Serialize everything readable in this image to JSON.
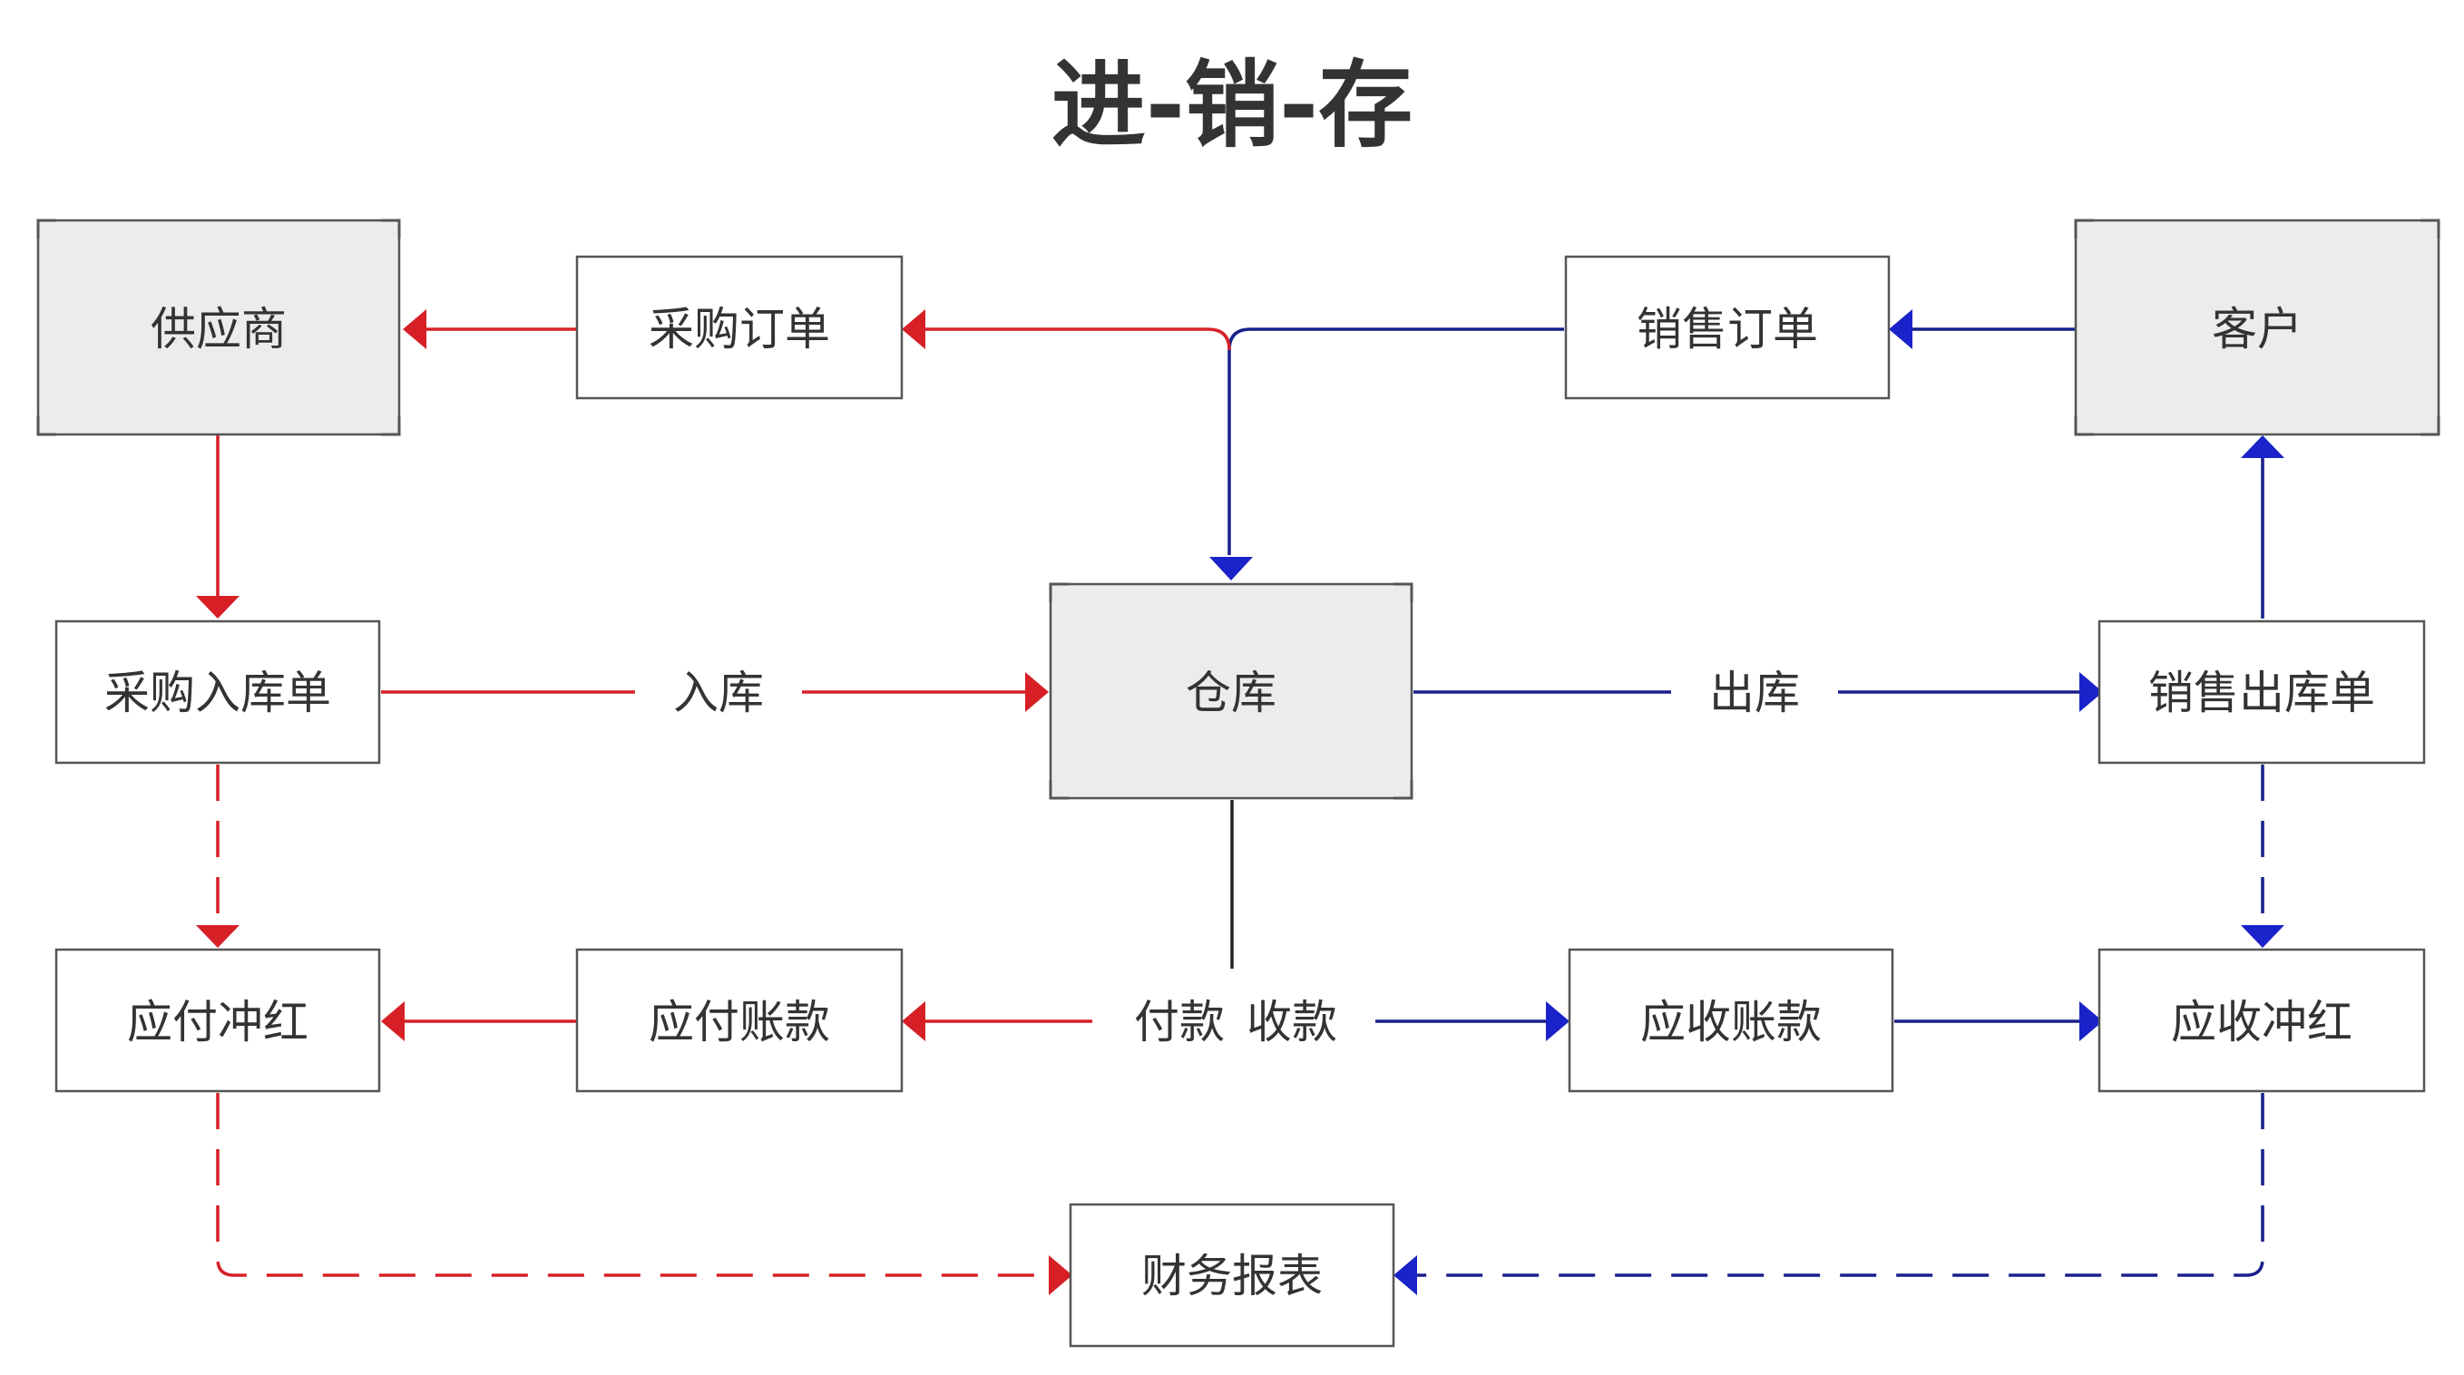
{
  "title": "进-销-存",
  "nodes": {
    "supplier": "供应商",
    "purchase_order": "采购订单",
    "sales_order": "销售订单",
    "customer": "客户",
    "purchase_receipt": "采购入库单",
    "warehouse": "仓库",
    "sales_outbound": "销售出库单",
    "payable_reversal": "应付冲红",
    "accounts_payable": "应付账款",
    "accounts_receivable": "应收账款",
    "receivable_reversal": "应收冲红",
    "financial_report": "财务报表"
  },
  "edge_labels": {
    "inbound": "入库",
    "outbound": "出库",
    "payment": "付款",
    "receipt": "收款"
  },
  "colors": {
    "purchase_flow": "#d71f26",
    "sales_flow": "#1a23c9",
    "sales_line": "#1a1f8c",
    "neutral_line": "#222222",
    "major_box_fill": "#ececec",
    "minor_box_fill": "#ffffff"
  }
}
